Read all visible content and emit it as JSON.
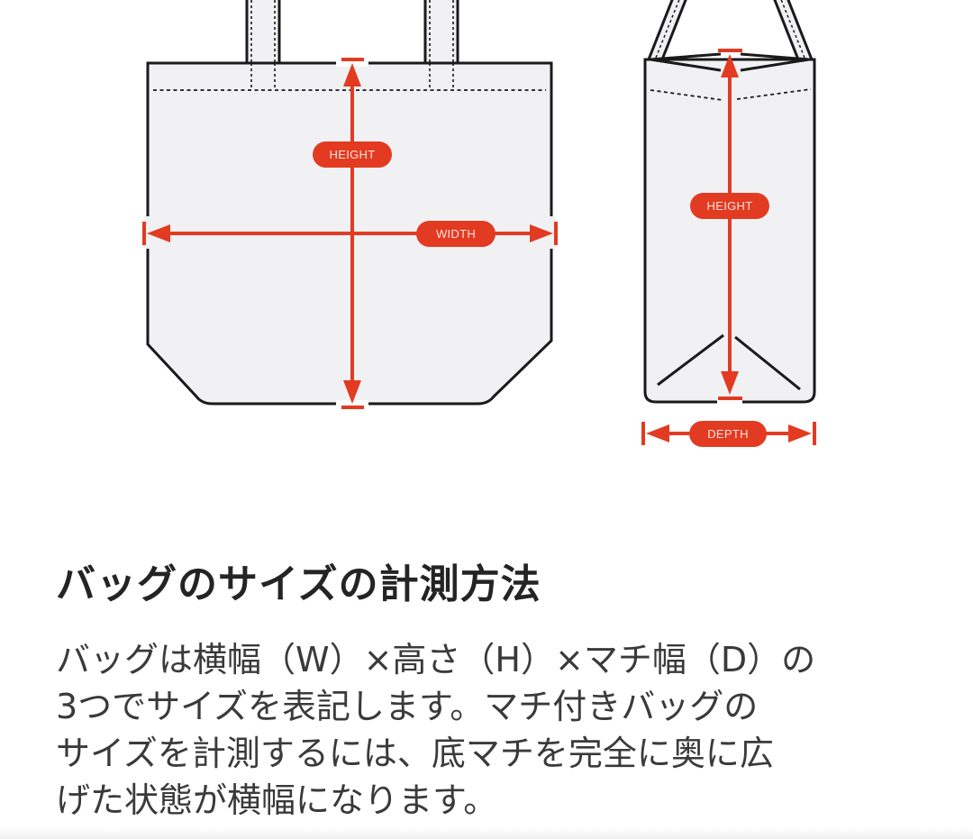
{
  "diagram": {
    "front_view": {
      "height_label": "HEIGHT",
      "width_label": "WIDTH"
    },
    "side_view": {
      "height_label": "HEIGHT",
      "depth_label": "DEPTH"
    },
    "colors": {
      "accent_red": "#e23b22",
      "bag_fill": "#f1f1f4",
      "outline": "#1a1a1a",
      "label_text": "#fbe3dc"
    }
  },
  "section": {
    "title": "バッグのサイズの計測方法",
    "body_lines": [
      "バッグは横幅（W）×高さ（H）×マチ幅（D）の",
      "3つでサイズを表記します。マチ付きバッグの",
      "サイズを計測するには、底マチを完全に奥に広",
      "げた状態が横幅になります。"
    ]
  }
}
